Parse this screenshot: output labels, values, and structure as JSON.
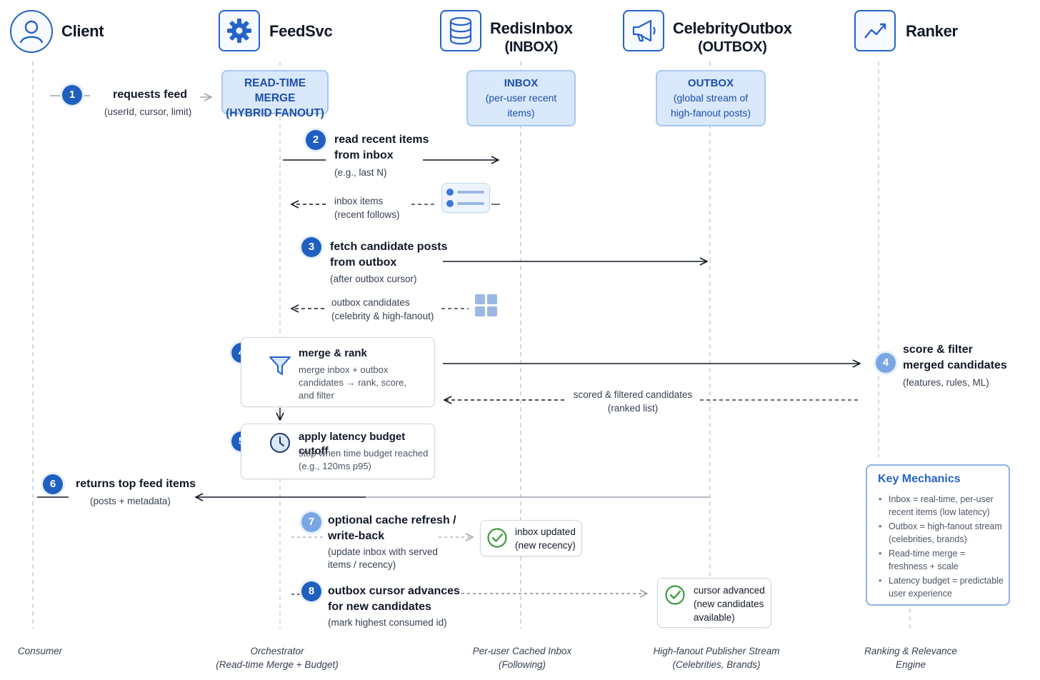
{
  "actors": {
    "client": {
      "name": "Client",
      "footer_line1": "Consumer",
      "footer_line2": ""
    },
    "feedsvc": {
      "name": "FeedSvc",
      "footer_line1": "Orchestrator",
      "footer_line2": "(Read-time Merge + Budget)"
    },
    "redisinbox": {
      "name": "RedisInbox",
      "sub": "(INBOX)",
      "footer_line1": "Per-user Cached Inbox",
      "footer_line2": "(Following)"
    },
    "celebrityoutbox": {
      "name": "CelebrityOutbox",
      "sub": "(OUTBOX)",
      "footer_line1": "High-fanout Publisher Stream",
      "footer_line2": "(Celebrities, Brands)"
    },
    "ranker": {
      "name": "Ranker",
      "footer_line1": "Ranking & Relevance",
      "footer_line2": "Engine"
    }
  },
  "boxes": {
    "merge": {
      "line1": "READ-TIME MERGE",
      "line2": "(HYBRID FANOUT)"
    },
    "inbox": {
      "title": "INBOX",
      "line1": "(per-user recent",
      "line2": "items)"
    },
    "outbox": {
      "title": "OUTBOX",
      "line1": "(global stream of",
      "line2": "high-fanout posts)"
    }
  },
  "steps": {
    "s1": {
      "num": "1",
      "title": "requests feed",
      "detail": "(userId, cursor, limit)"
    },
    "s2": {
      "num": "2",
      "title1": "read recent items",
      "title2": "from inbox",
      "detail": "(e.g., last N)"
    },
    "s2r": {
      "line1": "inbox items",
      "line2": "(recent follows)"
    },
    "s3": {
      "num": "3",
      "title1": "fetch candidate posts",
      "title2": "from outbox",
      "detail": "(after outbox cursor)"
    },
    "s3r": {
      "line1": "outbox candidates",
      "line2": "(celebrity & high-fanout)"
    },
    "s4": {
      "num": "4",
      "title": "merge & rank",
      "d1": "merge inbox + outbox",
      "d2": "candidates → rank, score,",
      "d3": "and filter"
    },
    "s4r": {
      "num": "4",
      "title1": "score & filter",
      "title2": "merged candidates",
      "detail": "(features, rules, ML)"
    },
    "s4ret": {
      "line1": "scored & filtered candidates",
      "line2": "(ranked list)"
    },
    "s5": {
      "num": "5",
      "title": "apply latency budget cutoff",
      "d1": "stop when time budget reached",
      "d2": "(e.g., 120ms p95)"
    },
    "s6": {
      "num": "6",
      "title": "returns top feed items",
      "detail": "(posts + metadata)"
    },
    "s7": {
      "num": "7",
      "title1": "optional cache refresh /",
      "title2": "write-back",
      "d1": "(update inbox with served",
      "d2": "items / recency)"
    },
    "s7r": {
      "line1": "inbox updated",
      "line2": "(new recency)"
    },
    "s8": {
      "num": "8",
      "title1": "outbox cursor advances",
      "title2": "for new candidates",
      "detail": "(mark highest consumed id)"
    },
    "s8r": {
      "line1": "cursor advanced",
      "line2": "(new candidates",
      "line3": "available)"
    }
  },
  "key": {
    "title": "Key Mechanics",
    "items": [
      "Inbox = real-time, per-user recent items (low latency)",
      "Outbox = high-fanout stream (celebrities, brands)",
      "Read-time merge = freshness + scale",
      "Latency budget = predictable user experience"
    ]
  },
  "colors": {
    "accent": "#2563c9",
    "step": "#1f5fbf",
    "step_light": "#7aa6e3",
    "store_fill": "#d9e8fb",
    "check": "#3f9b3f"
  }
}
